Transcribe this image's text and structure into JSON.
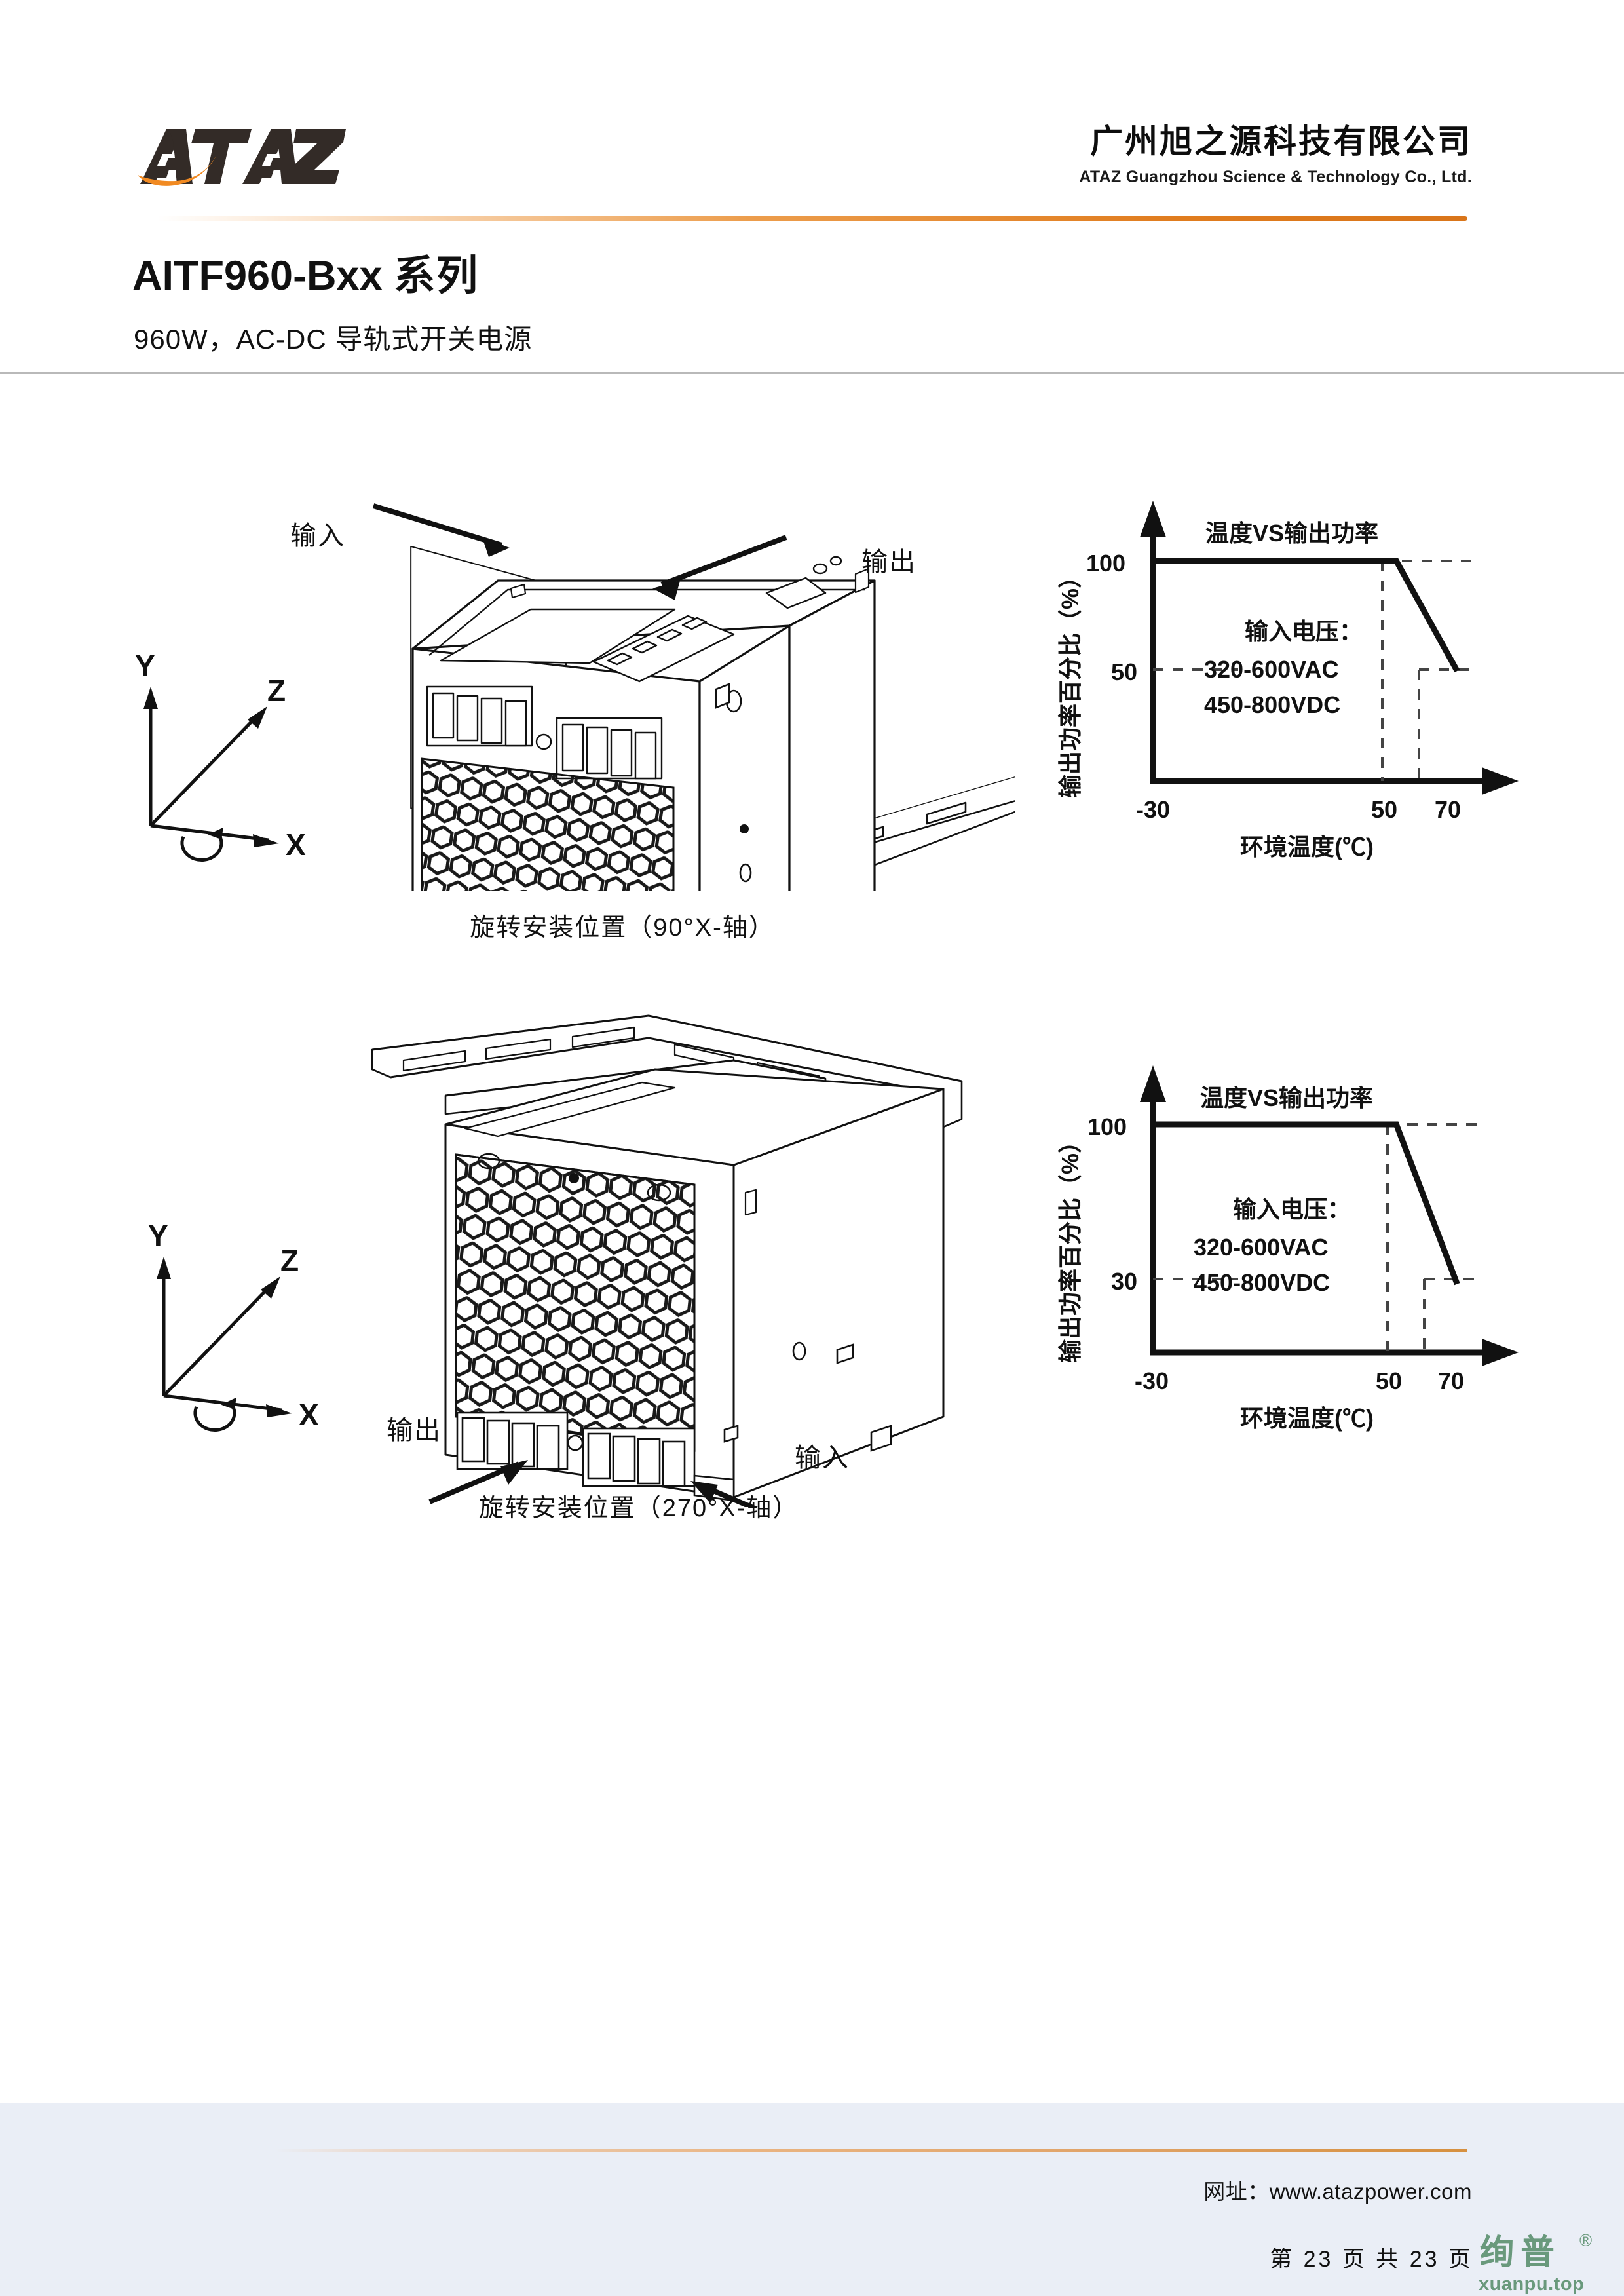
{
  "header": {
    "logo_text": "ATAZ",
    "company_cn": "广州旭之源科技有限公司",
    "company_en": "ATAZ Guangzhou Science & Technology Co., Ltd.",
    "accent_color": "#e07c1e"
  },
  "title": {
    "model": "AITF960-Bxx",
    "series_suffix": "系列",
    "subtitle": "960W，AC-DC 导轨式开关电源"
  },
  "figures": [
    {
      "id": "fig-90",
      "caption": "旋转安装位置（90°X-轴）",
      "callout_input": "输入",
      "callout_output": "输出",
      "axis_gizmo": {
        "y": "Y",
        "z": "Z",
        "x": "X"
      }
    },
    {
      "id": "fig-270",
      "caption": "旋转安装位置（270°X-轴）",
      "callout_input": "输入",
      "callout_output": "输出",
      "axis_gizmo": {
        "y": "Y",
        "z": "Z",
        "x": "X"
      }
    }
  ],
  "chart_data": [
    {
      "type": "line",
      "title": "温度VS输出功率",
      "xlabel": "环境温度(℃)",
      "ylabel": "输出功率百分比（%）",
      "annotation": [
        "输入电压：",
        "320-600VAC",
        "450-800VDC"
      ],
      "x": [
        -30,
        50,
        70
      ],
      "y": [
        100,
        100,
        50
      ],
      "xticks": [
        "-30",
        "50",
        "70"
      ],
      "yticks": [
        "100",
        "50"
      ],
      "xlim": [
        -30,
        80
      ],
      "ylim": [
        0,
        110
      ],
      "grid": false,
      "legend": "none",
      "dashed_guides": [
        {
          "axis": "y",
          "value": 100
        },
        {
          "axis": "y",
          "value": 50
        },
        {
          "axis": "x",
          "value": 50
        },
        {
          "axis": "x",
          "value": 70
        }
      ]
    },
    {
      "type": "line",
      "title": "温度VS输出功率",
      "xlabel": "环境温度(℃)",
      "ylabel": "输出功率百分比（%）",
      "annotation": [
        "输入电压：",
        "320-600VAC",
        "450-800VDC"
      ],
      "x": [
        -30,
        50,
        70
      ],
      "y": [
        100,
        100,
        30
      ],
      "xticks": [
        "-30",
        "50",
        "70"
      ],
      "yticks": [
        "100",
        "30"
      ],
      "xlim": [
        -30,
        80
      ],
      "ylim": [
        0,
        110
      ],
      "grid": false,
      "legend": "none",
      "dashed_guides": [
        {
          "axis": "y",
          "value": 100
        },
        {
          "axis": "y",
          "value": 30
        },
        {
          "axis": "x",
          "value": 50
        },
        {
          "axis": "x",
          "value": 70
        }
      ]
    }
  ],
  "footer": {
    "website_label": "网址：www.atazpower.com",
    "page_number": "第 23 页 共 23 页",
    "watermark_cn": "绚普",
    "watermark_mark": "®",
    "watermark_en": "xuanpu.top",
    "watermark_color": "#5f9272"
  }
}
